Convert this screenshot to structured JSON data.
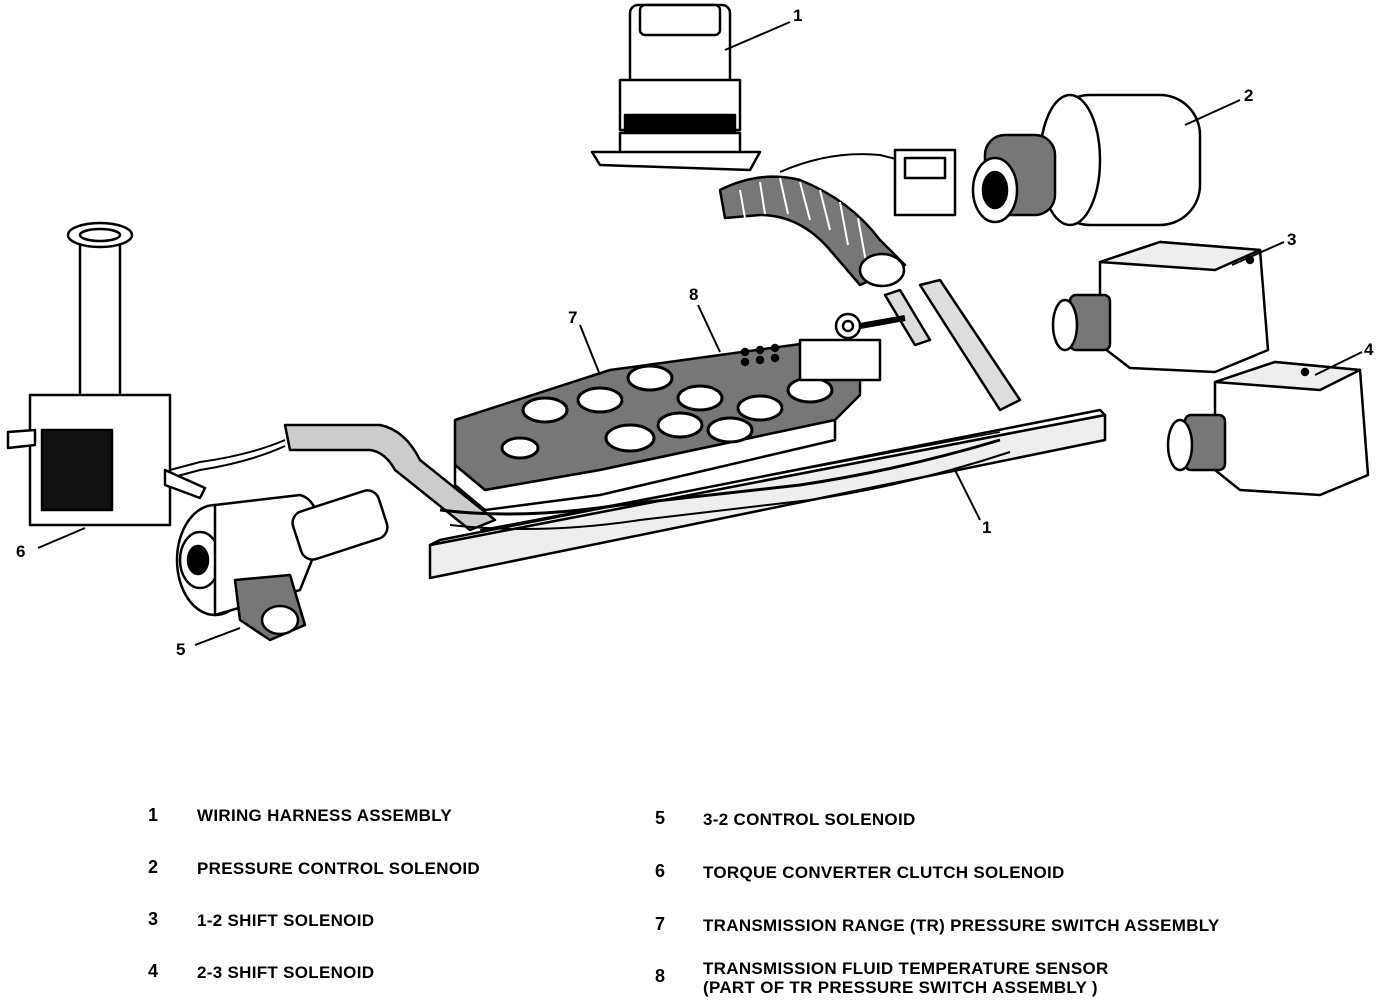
{
  "callouts": {
    "c1a": "1",
    "c2": "2",
    "c3": "3",
    "c4": "4",
    "c1b": "1",
    "c6": "6",
    "c5": "5",
    "c7": "7",
    "c8": "8"
  },
  "legend": [
    {
      "num": "1",
      "text": "WIRING HARNESS ASSEMBLY"
    },
    {
      "num": "2",
      "text": "PRESSURE CONTROL SOLENOID"
    },
    {
      "num": "3",
      "text": "1-2 SHIFT SOLENOID"
    },
    {
      "num": "4",
      "text": "2-3 SHIFT SOLENOID"
    },
    {
      "num": "5",
      "text": "3-2 CONTROL SOLENOID"
    },
    {
      "num": "6",
      "text": "TORQUE CONVERTER CLUTCH SOLENOID"
    },
    {
      "num": "7",
      "text": "TRANSMISSION RANGE (TR) PRESSURE SWITCH ASSEMBLY"
    },
    {
      "num": "8",
      "text": "TRANSMISSION FLUID TEMPERATURE SENSOR\n(PART OF TR PRESSURE SWITCH ASSEMBLY )"
    }
  ]
}
